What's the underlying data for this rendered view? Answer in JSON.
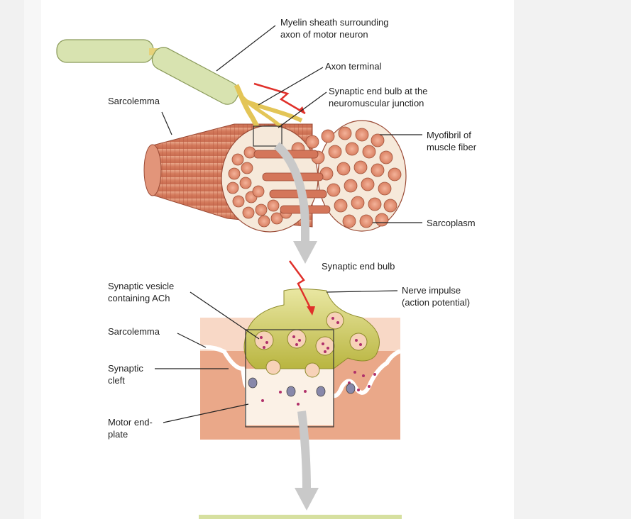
{
  "figure": {
    "labels": {
      "myelin_line1": "Myelin sheath surrounding",
      "myelin_line2": "axon of motor neuron",
      "axon_terminal": "Axon terminal",
      "end_bulb_nmj_line1": "Synaptic end bulb at the",
      "end_bulb_nmj_line2": "neuromuscular junction",
      "sarcolemma_top": "Sarcolemma",
      "myofibril_line1": "Myofibril of",
      "myofibril_line2": "muscle fiber",
      "sarcoplasm": "Sarcoplasm",
      "synaptic_end_bulb": "Synaptic end bulb",
      "vesicle_line1": "Synaptic vesicle",
      "vesicle_line2": "containing ACh",
      "nerve_impulse_line1": "Nerve impulse",
      "nerve_impulse_line2": "(action potential)",
      "sarcolemma_bottom": "Sarcolemma",
      "cleft_line1": "Synaptic",
      "cleft_line2": "cleft",
      "endplate_line1": "Motor end-",
      "endplate_line2": "plate"
    }
  },
  "colors": {
    "myelin": "#d8e3b0",
    "axon": "#e3c557",
    "muscle": "#d98a6a",
    "muscle_light": "#f0c6ae",
    "impulse": "#e0302a",
    "bulb": "#c7c552",
    "ach": "#b0306a",
    "arrow": "#c7c7c7"
  }
}
